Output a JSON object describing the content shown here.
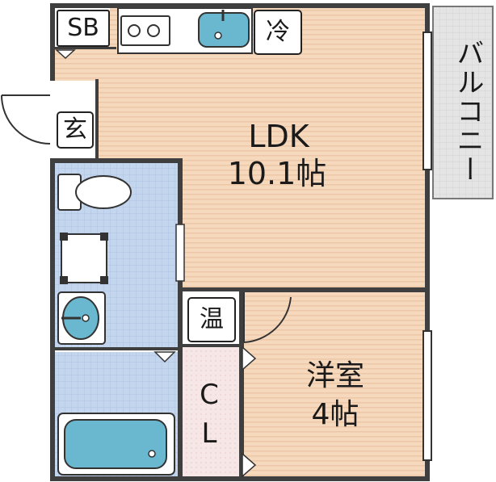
{
  "floorplan": {
    "rooms": {
      "ldk": {
        "name": "LDK",
        "size": "10.1帖"
      },
      "western": {
        "name": "洋室",
        "size": "4帖"
      },
      "closet": {
        "line1": "C",
        "line2": "L"
      },
      "entrance": "玄",
      "balcony": "バルコニー",
      "shoebox": "SB",
      "fridge": "冷",
      "water_heater": "温"
    },
    "colors": {
      "floor": "#f6d8bd",
      "stripe": "#e9c4a2",
      "tile": "#c4d6ee",
      "tile_line": "#a8bfe0",
      "fixture": "#6ab8cf",
      "wall": "#3f3f3f",
      "closet": "#f6e6e6",
      "balcony": "#e4e4e4"
    }
  }
}
